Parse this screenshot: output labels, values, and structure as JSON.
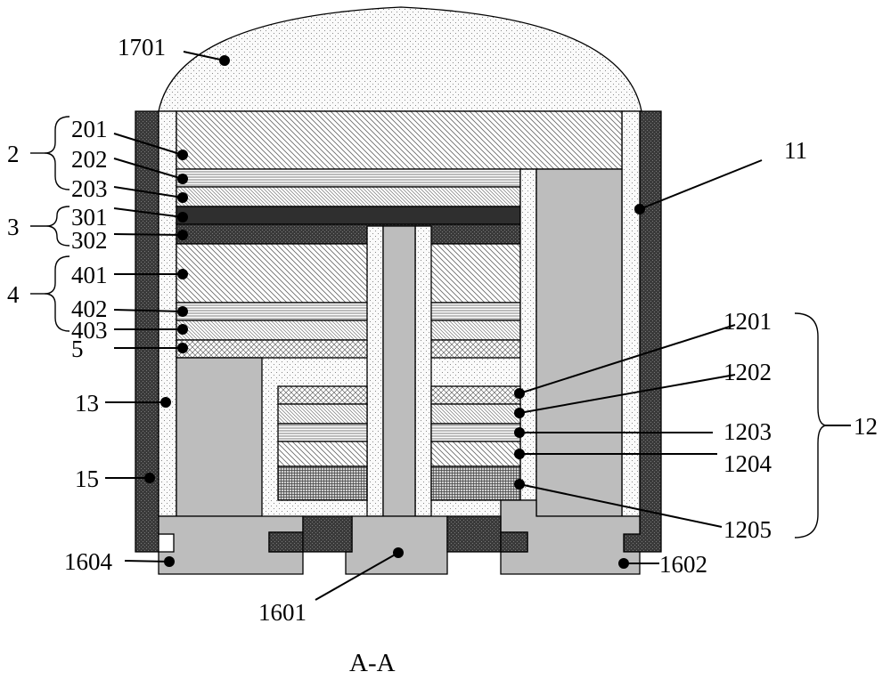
{
  "figure": {
    "caption": "A-A",
    "labels": {
      "l1701": "1701",
      "l2": "2",
      "l201": "201",
      "l202": "202",
      "l203": "203",
      "l3": "3",
      "l301": "301",
      "l302": "302",
      "l4": "4",
      "l401": "401",
      "l402": "402",
      "l403": "403",
      "l5": "5",
      "l13": "13",
      "l15": "15",
      "l1604": "1604",
      "l1601": "1601",
      "l1602": "1602",
      "l11": "11",
      "l12": "12",
      "l1201": "1201",
      "l1202": "1202",
      "l1203": "1203",
      "l1204": "1204",
      "l1205": "1205"
    }
  }
}
